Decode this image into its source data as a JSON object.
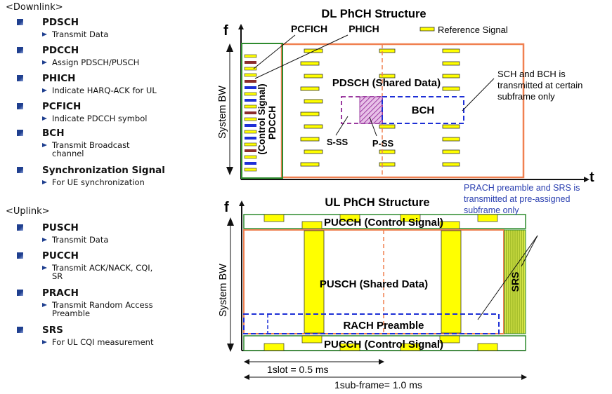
{
  "downlink": {
    "title": "<Downlink>",
    "items": [
      {
        "name": "PDSCH",
        "desc": [
          "Transmit Data"
        ]
      },
      {
        "name": "PDCCH",
        "desc": [
          "Assign PDSCH/PUSCH"
        ]
      },
      {
        "name": "PHICH",
        "desc": [
          "Indicate HARQ-ACK for UL"
        ]
      },
      {
        "name": "PCFICH",
        "desc": [
          "Indicate PDCCH symbol"
        ]
      },
      {
        "name": "BCH",
        "desc": [
          "Transmit Broadcast",
          "channel"
        ]
      },
      {
        "name": "Synchronization Signal",
        "desc": [
          "For UE synchronization"
        ]
      }
    ]
  },
  "uplink": {
    "title": "<Uplink>",
    "items": [
      {
        "name": "PUSCH",
        "desc": [
          "Transmit Data"
        ]
      },
      {
        "name": "PUCCH",
        "desc": [
          "Transmit ACK/NACK, CQI,",
          "SR"
        ]
      },
      {
        "name": "PRACH",
        "desc": [
          "Transmit Random Access",
          "Preamble"
        ]
      },
      {
        "name": "SRS",
        "desc": [
          "For UL CQI measurement"
        ]
      }
    ]
  },
  "dl_diagram": {
    "title": "DL PhCH Structure",
    "f_axis": "f",
    "t_axis": "t",
    "y_label": "System BW",
    "pcfich_label": "PCFICH",
    "phich_label": "PHICH",
    "legend_label": "Reference Signal",
    "pdcch_label": "PDCCH",
    "control_label": "(Control Signal)",
    "pdsch_label": "PDSCH (Shared Data)",
    "bch_label": "BCH",
    "sss_label": "S-SS",
    "pss_label": "P-SS",
    "note": [
      "SCH and BCH is",
      "transmitted at certain",
      "subframe only"
    ]
  },
  "ul_diagram": {
    "title": "UL PhCH Structure",
    "f_axis": "f",
    "y_label": "System BW",
    "pucch_label": "PUCCH (Control Signal)",
    "pusch_label": "PUSCH (Shared Data)",
    "rach_label": "RACH Preamble",
    "srs_label": "SRS",
    "note": [
      "PRACH preamble and SRS is",
      "transmitted at pre-assigned",
      "subframe only"
    ],
    "slot_label": "1slot = 0.5 ms",
    "subframe_label": "1sub-frame= 1.0 ms"
  },
  "colors": {
    "bullet": "#1f3f8f",
    "green": "#2e8b2e",
    "orange": "#f08050",
    "yellow": "#ffff00",
    "dash_blue": "#1d2fd6",
    "purple": "#9b3ba0",
    "note_blue": "#2a3fb0"
  }
}
